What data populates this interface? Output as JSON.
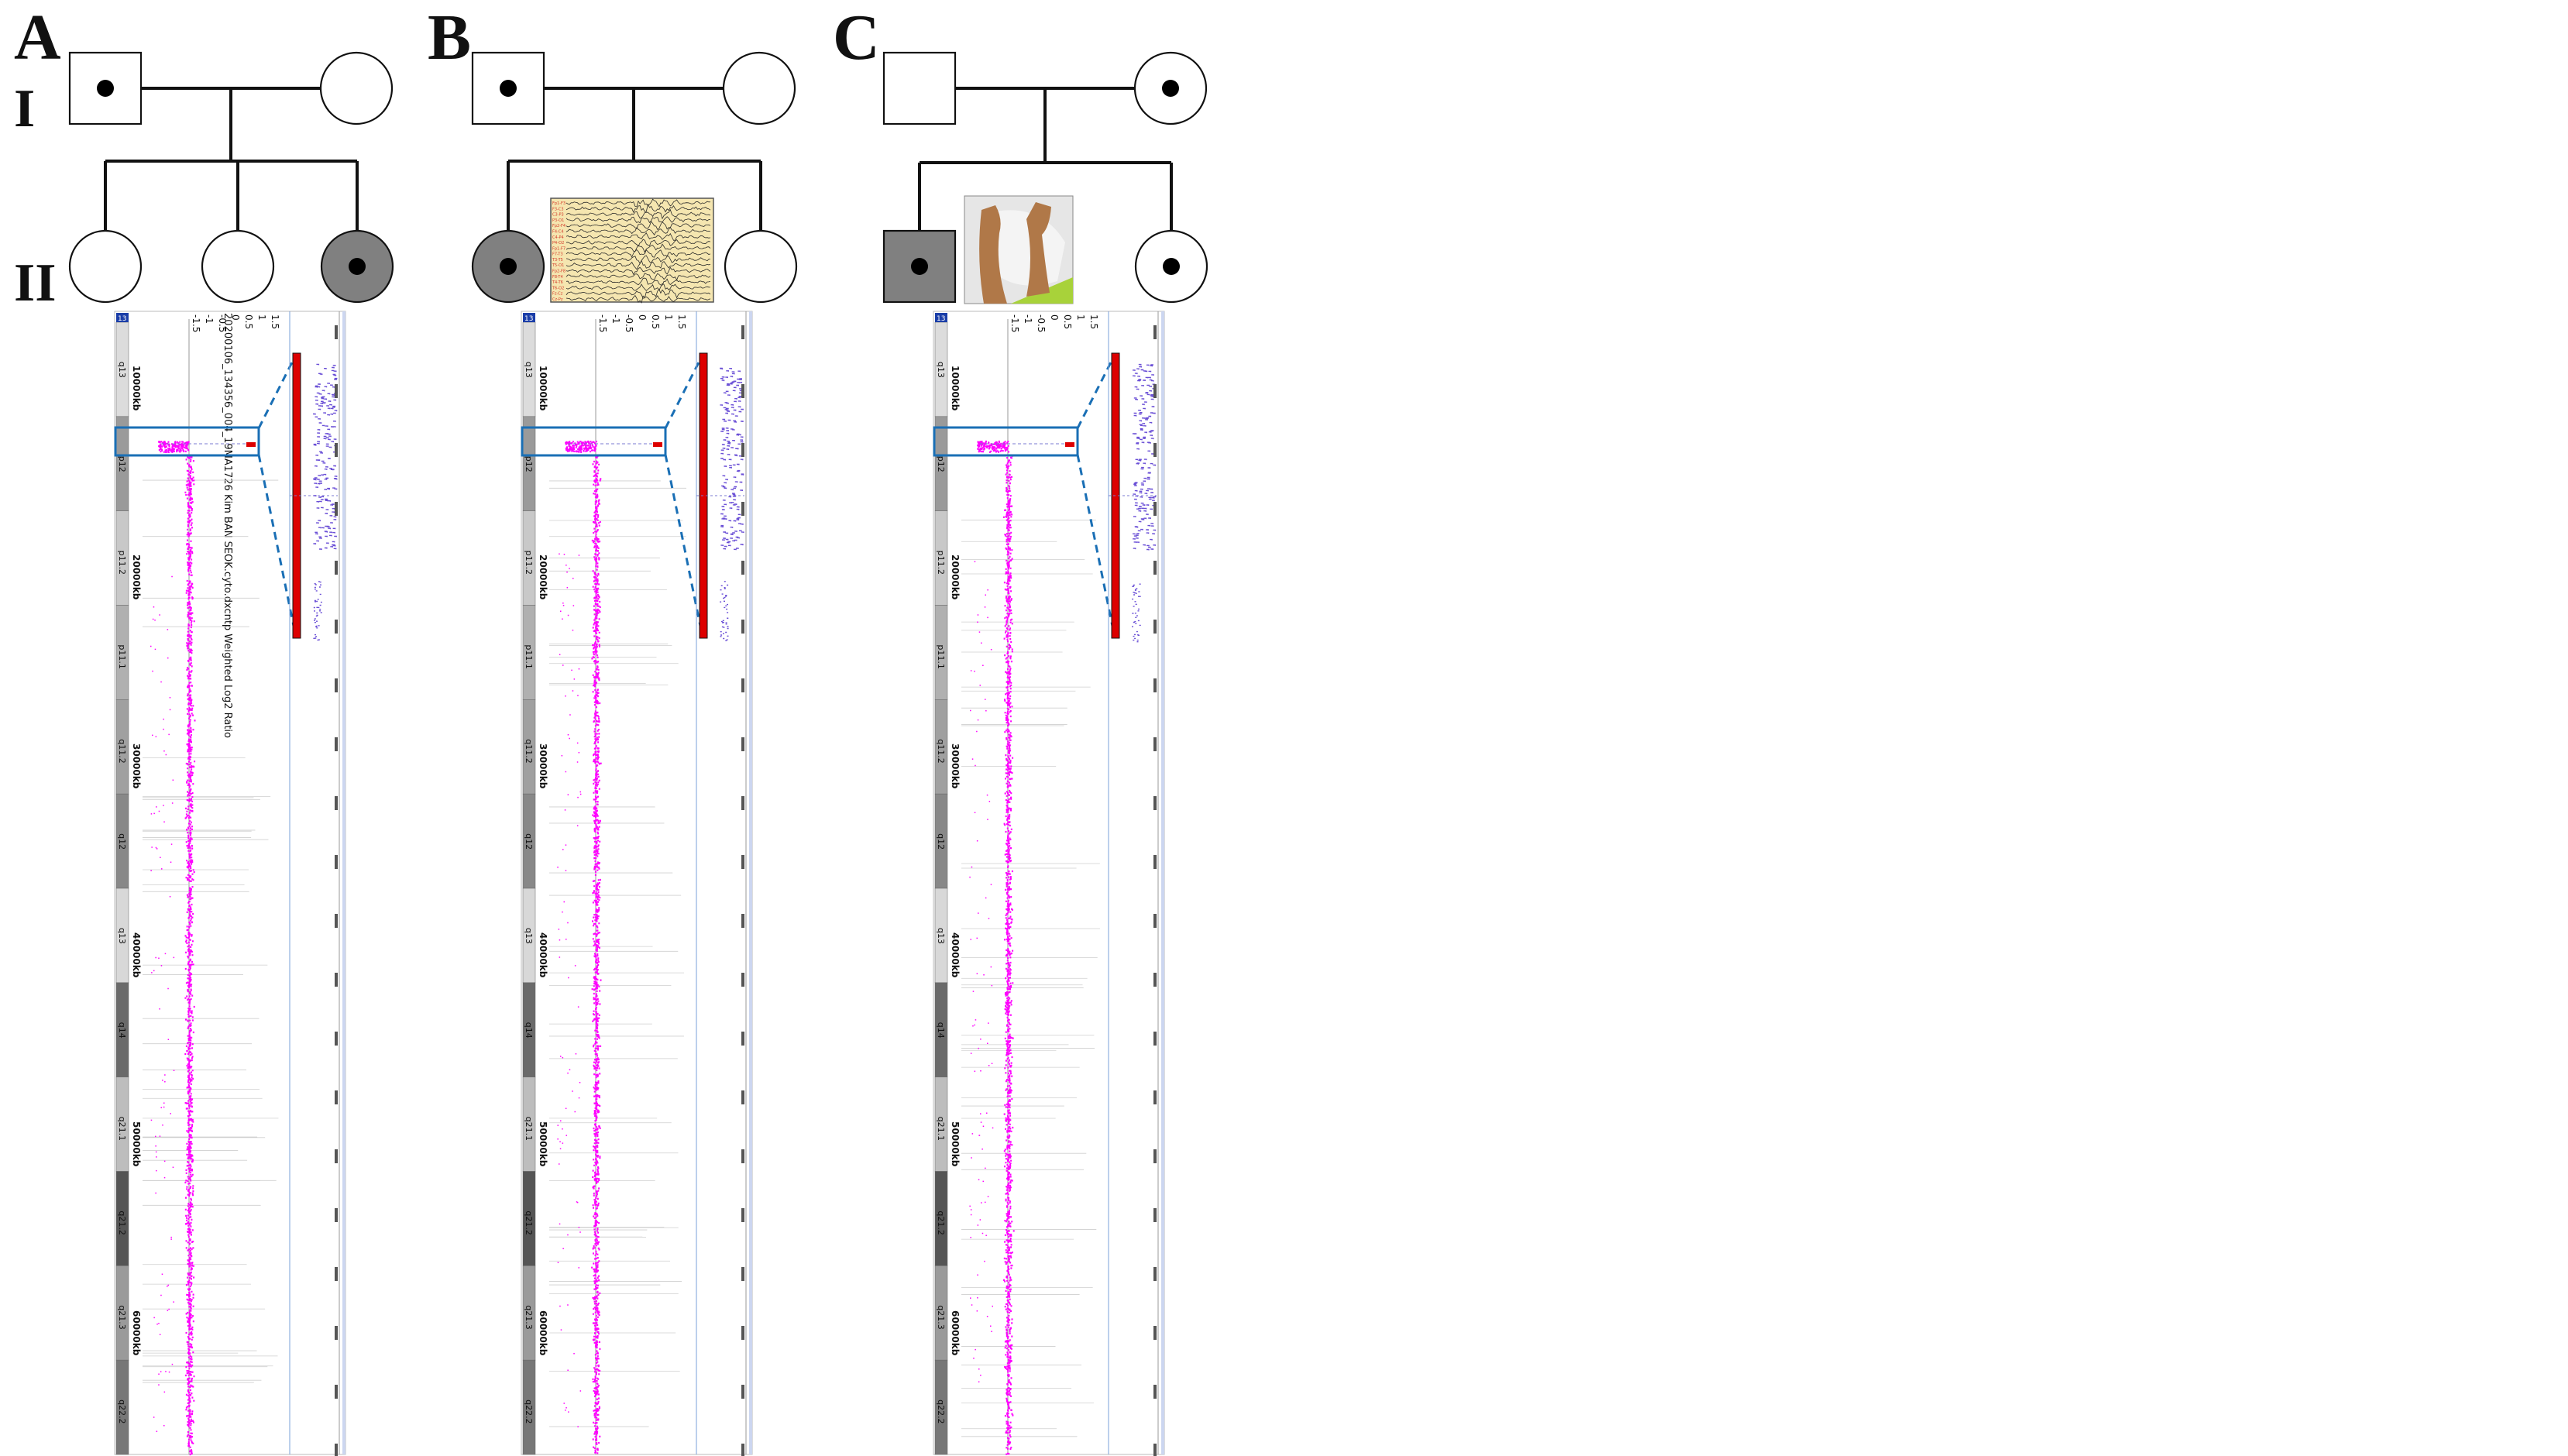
{
  "panels": [
    {
      "id": "A",
      "letter": "A",
      "generations": [
        "I",
        "II"
      ],
      "pedigree": {
        "father": {
          "sex": "male",
          "affected": false,
          "carrier": true
        },
        "mother": {
          "sex": "female",
          "affected": false,
          "carrier": false
        },
        "children": [
          {
            "sex": "female",
            "affected": false,
            "carrier": false
          },
          {
            "sex": "female",
            "affected": false,
            "carrier": false
          },
          {
            "sex": "female",
            "affected": true,
            "carrier": true
          }
        ]
      },
      "inset": null,
      "array": {
        "header": "20200106_134356_004_19MA1726 Kim BAN SEOK.cyto.dxcntp Weighted Log2 Ratio",
        "scale": [
          "1.5",
          "1",
          "0.5",
          "0",
          "-0.5",
          "-1",
          "-1.5"
        ],
        "positions": [
          "10000kb",
          "20000kb",
          "30000kb",
          "40000kb",
          "50000kb",
          "60000kb"
        ],
        "bands": [
          "q13",
          "p12",
          "p11.2",
          "p11.1",
          "q11.2",
          "q12",
          "q13",
          "q14",
          "q21.1",
          "q21.2",
          "q21.3",
          "q22.2"
        ]
      }
    },
    {
      "id": "B",
      "letter": "B",
      "generations": [],
      "pedigree": {
        "father": {
          "sex": "male",
          "affected": false,
          "carrier": true
        },
        "mother": {
          "sex": "female",
          "affected": false,
          "carrier": false
        },
        "children": [
          {
            "sex": "female",
            "affected": true,
            "carrier": true
          },
          {
            "sex": "female",
            "affected": false,
            "carrier": false
          }
        ]
      },
      "inset": {
        "type": "eeg",
        "channels": [
          "Fp1-F3",
          "F3-C3",
          "C3-P3",
          "P3-O1",
          "Fp2-F4",
          "F4-C4",
          "C4-P4",
          "P4-O2",
          "Fp1-F7",
          "F7-T3",
          "T3-T5",
          "T5-O1",
          "Fp2-F8",
          "F8-T4",
          "T4-T6",
          "T6-O2",
          "Fz-Cz",
          "Cz-Pz"
        ],
        "colors": {
          "background": "#f5e6b0",
          "trace": "#2a2a2a",
          "label": "#d23a2a"
        }
      },
      "array": {
        "header": "",
        "scale": [
          "1.5",
          "1",
          "0.5",
          "0",
          "-0.5",
          "-1",
          "-1.5"
        ],
        "positions": [
          "10000kb",
          "20000kb",
          "30000kb",
          "40000kb",
          "50000kb",
          "60000kb"
        ],
        "bands": [
          "q13",
          "p12",
          "p11.2",
          "p11.1",
          "q11.2",
          "q12",
          "q13",
          "q14",
          "q21.1",
          "q21.2",
          "q21.3",
          "q22.2"
        ]
      }
    },
    {
      "id": "C",
      "letter": "C",
      "generations": [],
      "pedigree": {
        "father": {
          "sex": "male",
          "affected": false,
          "carrier": false
        },
        "mother": {
          "sex": "female",
          "affected": false,
          "carrier": true
        },
        "children": [
          {
            "sex": "male",
            "affected": true,
            "carrier": true
          },
          {
            "sex": "female",
            "affected": false,
            "carrier": true
          }
        ]
      },
      "inset": {
        "type": "photo",
        "colors": {
          "background": "#e6e6e6",
          "shirt": "#a8d23a",
          "skin": "#b07848"
        }
      },
      "array": {
        "header": "",
        "scale": [
          "1.5",
          "1",
          "0.5",
          "0",
          "-0.5",
          "-1",
          "-1.5"
        ],
        "positions": [
          "10000kb",
          "20000kb",
          "30000kb",
          "40000kb",
          "50000kb",
          "60000kb"
        ],
        "bands": [
          "q13",
          "p12",
          "p11.2",
          "p11.1",
          "q11.2",
          "q12",
          "q13",
          "q14",
          "q21.1",
          "q21.2",
          "q21.3",
          "q22.2"
        ]
      }
    }
  ],
  "colors": {
    "affected_fill": "#808080",
    "line": "#111111",
    "magenta": "#ff00ff",
    "deletion": "#dd0000",
    "highlight": "#1a6fb5",
    "track_violet": "#6a4fd6",
    "chrom_band": "#8a8a8a"
  }
}
